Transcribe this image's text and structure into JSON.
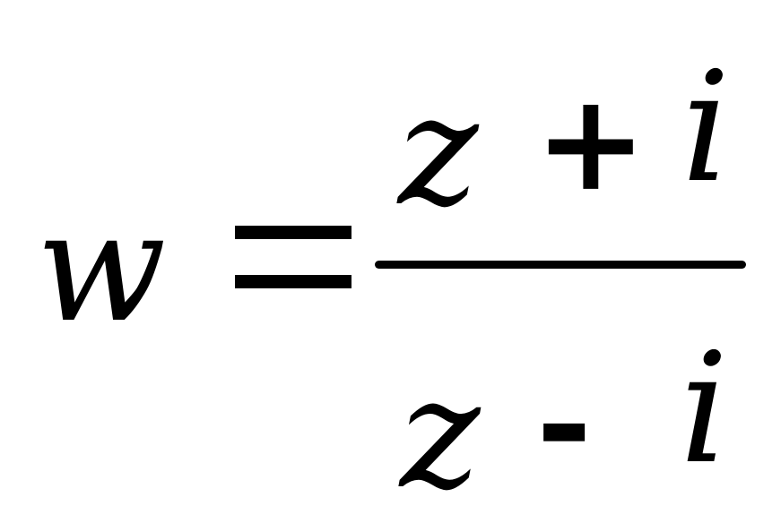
{
  "formula": {
    "lhs": "w",
    "relation": "=",
    "numerator": {
      "left": "z",
      "operator": "+",
      "right": "i"
    },
    "denominator": {
      "left": "z",
      "operator": "-",
      "right": "i"
    }
  }
}
